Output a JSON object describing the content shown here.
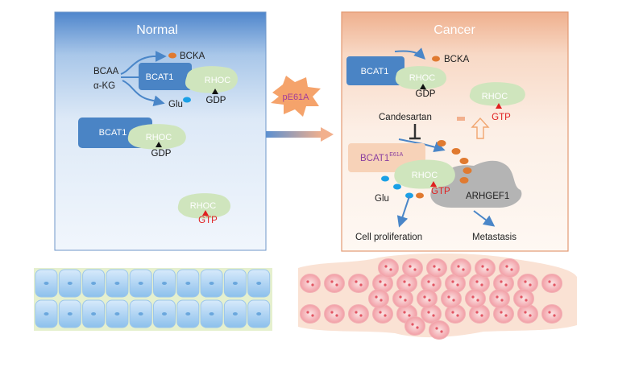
{
  "normal_panel": {
    "title": "Normal",
    "bcaa": "BCAA",
    "akg": "α-KG",
    "bcka": "BCKA",
    "glu": "Glu",
    "bcat1_top": "BCAT1",
    "rhoc_top": "RHOC",
    "gdp_top": "GDP",
    "bcat1_mid": "BCAT1",
    "rhoc_mid": "RHOC",
    "gdp_mid": "GDP",
    "rhoc_bottom": "RHOC",
    "gtp_bottom": "GTP"
  },
  "mutation": {
    "label": "pE61A"
  },
  "cancer_panel": {
    "title": "Cancer",
    "bcka": "BCKA",
    "bcat1_top": "BCAT1",
    "rhoc_top": "RHOC",
    "gdp_top": "GDP",
    "rhoc_right": "RHOC",
    "gtp_right": "GTP",
    "candesartan": "Candesartan",
    "bcat1_mut_main": "BCAT1",
    "bcat1_mut_sup": "E61A",
    "rhoc_mut": "RHOC",
    "gtp_mut": "GTP",
    "glu": "Glu",
    "arhgef1": "ARHGEF1",
    "cell_proliferation": "Cell proliferation",
    "metastasis": "Metastasis"
  },
  "colors": {
    "normal_bg_top": "#5b8fd0",
    "normal_bg_bottom": "#eef4fb",
    "cancer_bg_top": "#f1b493",
    "cancer_bg_bottom": "#fdf5ef",
    "bcat1_box": "#4a84c5",
    "rhoc_blob": "#cfe5bd",
    "bcka_dot": "#e07a30",
    "glu_dot": "#1aa0e6",
    "arrow_blue": "#4a86c8",
    "gtp_red": "#e02020",
    "mutant_box": "#f7d2b8",
    "mutant_text": "#8a3fa0",
    "star": "#f5a36b",
    "star_text": "#a23b9b",
    "arhgef1_gray": "#b4b4b4"
  },
  "icons": [
    "normal-epithelium-icon",
    "cancer-tissue-icon",
    "transition-arrow-icon",
    "inhibition-icon",
    "activation-arrow-icon"
  ]
}
